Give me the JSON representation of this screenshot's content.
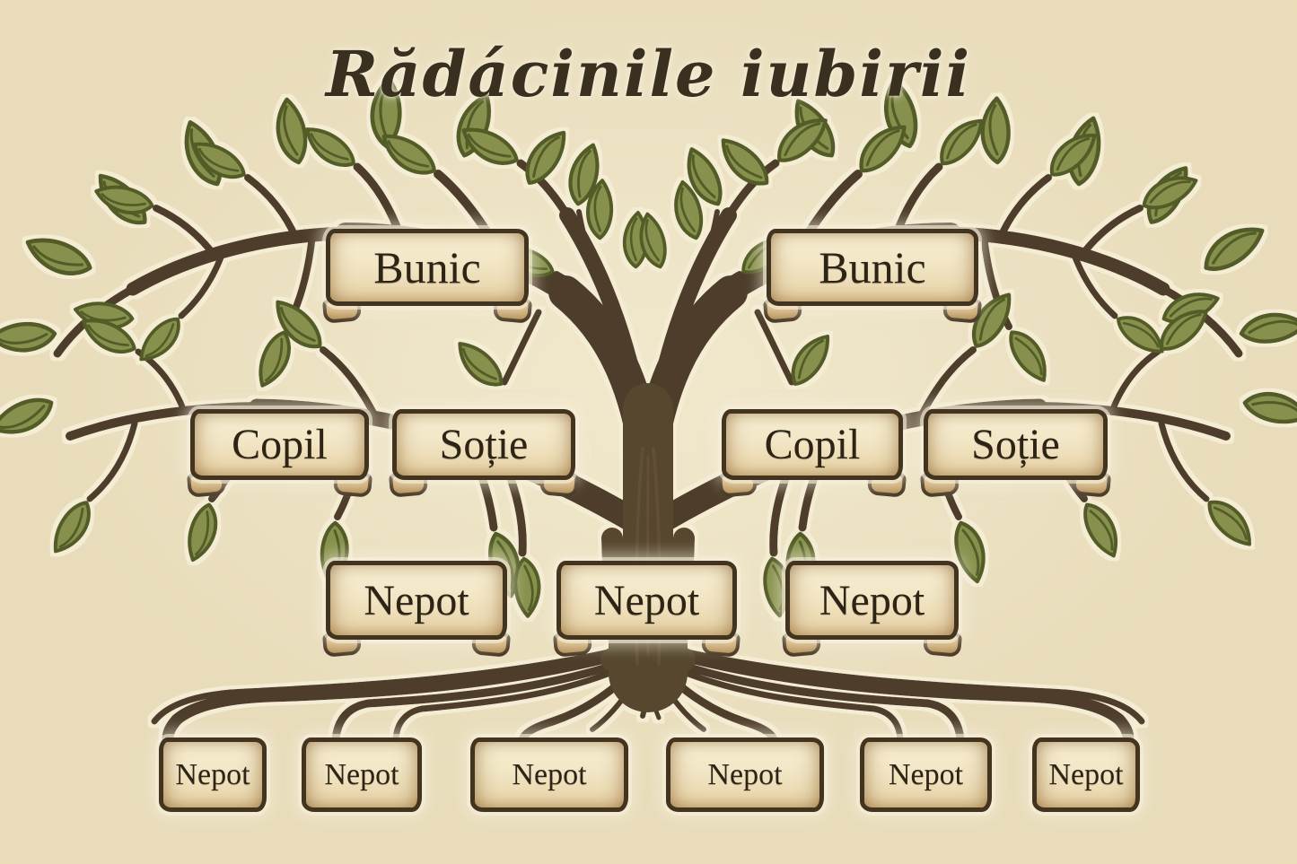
{
  "title": "Rădácinile iubirii",
  "colors": {
    "bg": "#e8dcba",
    "ink": "#39301f",
    "branch": "#4d3d29",
    "trunk": "#57462f",
    "trunk_grain": "#6b5741",
    "leaf": "#87914e",
    "leaf_outline": "#525c28",
    "banner_fill": "#f2e6c5",
    "banner_fill_deep": "#e7d2a6",
    "banner_border": "#433420",
    "roll": "#cda96e",
    "label_ink": "#2d2416",
    "halo": "#f4ecd3"
  },
  "banners": {
    "grandparents": [
      "Bunic",
      "Bunic"
    ],
    "parents": [
      "Copil",
      "Soție",
      "Copil",
      "Soție"
    ],
    "children": [
      "Nepot",
      "Nepot",
      "Nepot"
    ],
    "grandchildren": [
      "Nepot",
      "Nepot",
      "Nepot",
      "Nepot",
      "Nepot",
      "Nepot"
    ]
  }
}
